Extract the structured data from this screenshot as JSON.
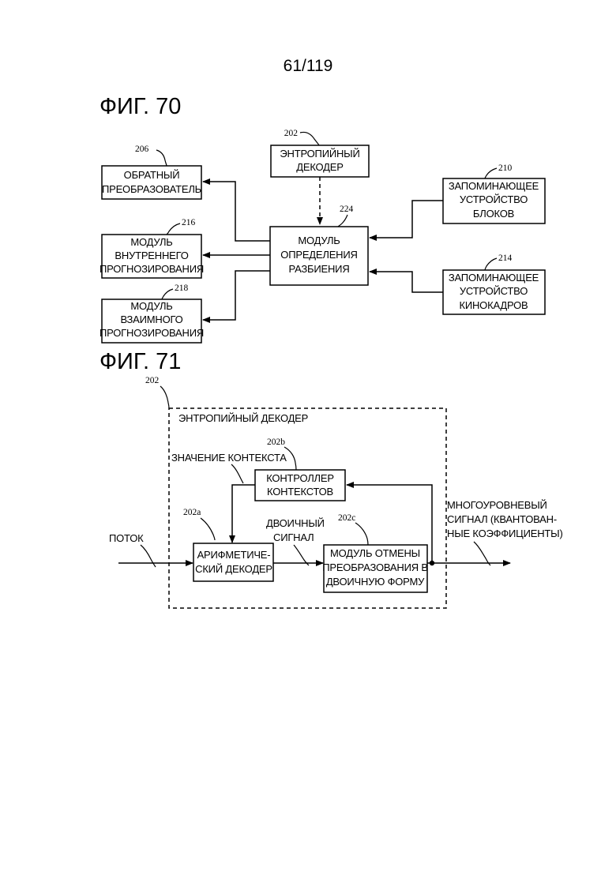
{
  "page_number": "61/119",
  "fig70": {
    "title": "ФИГ. 70",
    "entropy_decoder": {
      "ref": "202",
      "lines": [
        "ЭНТРОПИЙНЫЙ",
        "ДЕКОДЕР"
      ]
    },
    "inverse_transformer": {
      "ref": "206",
      "lines": [
        "ОБРАТНЫЙ",
        "ПРЕОБРАЗОВАТЕЛЬ"
      ]
    },
    "intra_prediction": {
      "ref": "216",
      "lines": [
        "МОДУЛЬ",
        "ВНУТРЕННЕГО",
        "ПРОГНОЗИРОВАНИЯ"
      ]
    },
    "inter_prediction": {
      "ref": "218",
      "lines": [
        "МОДУЛЬ",
        "ВЗАИМНОГО",
        "ПРОГНОЗИРОВАНИЯ"
      ]
    },
    "partition_module": {
      "ref": "224",
      "lines": [
        "МОДУЛЬ",
        "ОПРЕДЕЛЕНИЯ",
        "РАЗБИЕНИЯ"
      ]
    },
    "block_memory": {
      "ref": "210",
      "lines": [
        "ЗАПОМИНАЮЩЕЕ",
        "УСТРОЙСТВО",
        "БЛОКОВ"
      ]
    },
    "frame_memory": {
      "ref": "214",
      "lines": [
        "ЗАПОМИНАЮЩЕЕ",
        "УСТРОЙСТВО",
        "КИНОКАДРОВ"
      ]
    }
  },
  "fig71": {
    "title": "ФИГ. 71",
    "outer_ref": "202",
    "outer_label": "ЭНТРОПИЙНЫЙ ДЕКОДЕР",
    "context_value_label": "ЗНАЧЕНИЕ КОНТЕКСТА",
    "context_controller": {
      "ref": "202b",
      "lines": [
        "КОНТРОЛЛЕР",
        "КОНТЕКСТОВ"
      ]
    },
    "arithmetic_decoder": {
      "ref": "202a",
      "lines": [
        "АРИФМЕТИЧЕ-",
        "СКИЙ ДЕКОДЕР"
      ]
    },
    "debinarizer": {
      "ref": "202c",
      "lines": [
        "МОДУЛЬ ОТМЕНЫ",
        "ПРЕОБРАЗОВАНИЯ В",
        "ДВОИЧНУЮ ФОРМУ"
      ]
    },
    "stream_label": "ПОТОК",
    "binary_signal_lines": [
      "ДВОИЧНЫЙ",
      "СИГНАЛ"
    ],
    "output_lines": [
      "МНОГОУРОВНЕВЫЙ",
      "СИГНАЛ (КВАНТОВАН-",
      "НЫЕ КОЭФФИЦИЕНТЫ)"
    ]
  }
}
